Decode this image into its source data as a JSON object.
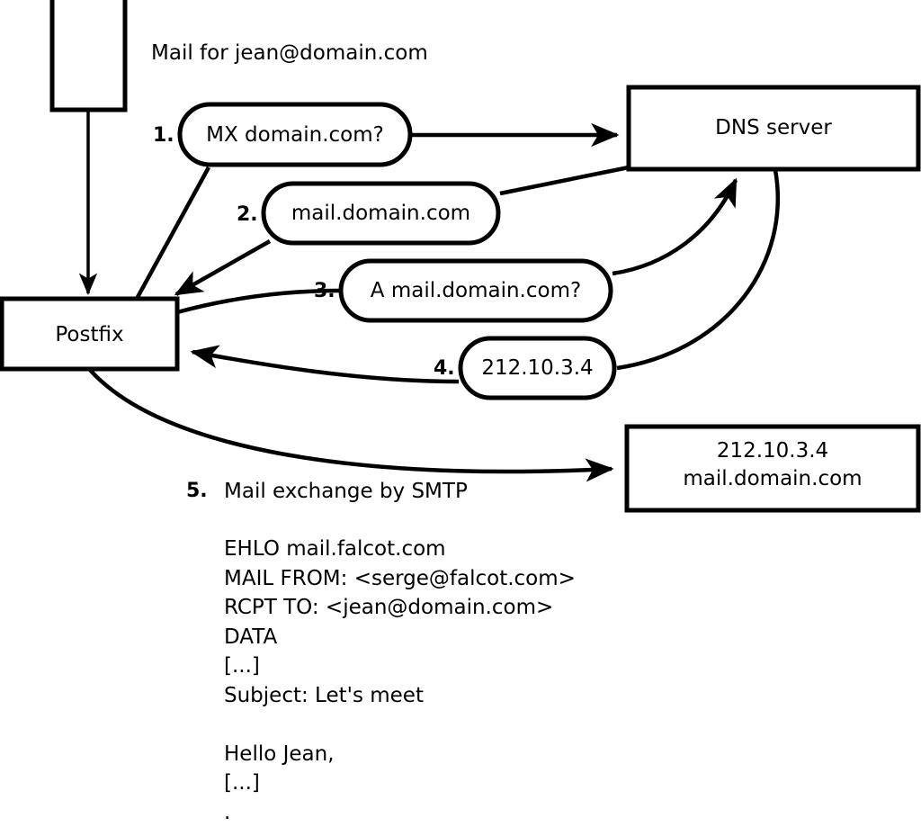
{
  "diagram": {
    "title_label": "Mail for jean@domain.com",
    "nodes": {
      "mail_client": {
        "label": ""
      },
      "postfix": {
        "label": "Postfix"
      },
      "dns_server": {
        "label": "DNS server"
      },
      "mail_server": {
        "line1": "212.10.3.4",
        "line2": "mail.domain.com"
      }
    },
    "steps": [
      {
        "num": "1.",
        "label": "MX domain.com?"
      },
      {
        "num": "2.",
        "label": "mail.domain.com"
      },
      {
        "num": "3.",
        "label": "A mail.domain.com?"
      },
      {
        "num": "4.",
        "label": "212.10.3.4"
      },
      {
        "num": "5.",
        "label": "Mail exchange by SMTP"
      }
    ],
    "smtp_transcript": [
      "EHLO mail.falcot.com",
      "MAIL FROM: <serge@falcot.com>",
      "RCPT TO: <jean@domain.com>",
      "DATA",
      "[...]",
      "Subject: Let's meet",
      "",
      "Hello Jean,",
      "[...]",
      "."
    ],
    "colors": {
      "stroke": "#000000",
      "fill": "#ffffff",
      "text": "#000000"
    }
  }
}
